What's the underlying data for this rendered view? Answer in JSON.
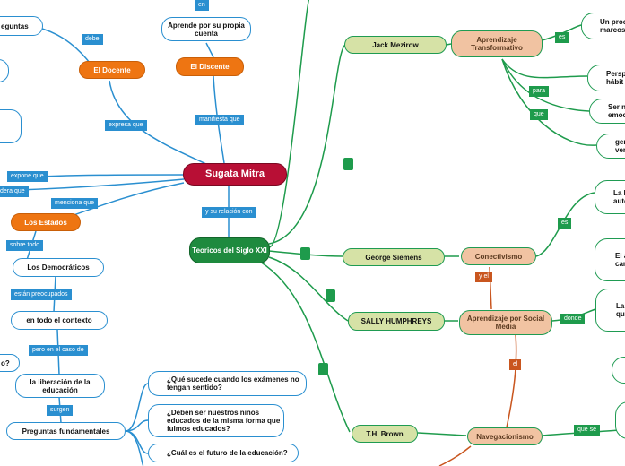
{
  "central": "Sugata Mitra",
  "theorists_node": "Teoricos del Siglo XXI",
  "left": {
    "docente": "El Docente",
    "discente": "El Discente",
    "aprende": "Aprende por su propia cuenta",
    "estados": "Los Estados",
    "democraticos": "Los Democráticos",
    "contexto": "en todo el contexto",
    "liberacion": "la liberación de la educación",
    "preguntas_fund": "Preguntas fundamentales",
    "preguntas_cut": "eguntas",
    "q_cut": "o?",
    "questions": [
      "¿Qué sucede cuando los exámenes no tengan sentido?",
      "¿Deben ser nuestros niños educados de la misma forma que fulmos educados?",
      "¿Cuál es el futuro de la educación?"
    ]
  },
  "link_labels": {
    "debe": "debe",
    "en": "en",
    "expresa_que": "expresa que",
    "manifiesta_que": "manifiesta que",
    "expone_que": "expone que",
    "dera_que": "dera que",
    "menciona_que": "menciona que",
    "y_su_relacion": "y su relación con",
    "sobre_todo": "sobre todo",
    "estan_preocupados": "están preocupados",
    "pero_en_el_caso": "pero en el caso de",
    "surgen": "surgen",
    "es": "es",
    "para": "para",
    "que": "que",
    "es2": "es",
    "y_el": "y el",
    "donde": "donde",
    "el": "el",
    "que_se": "que se"
  },
  "right": {
    "mezirow": "Jack Mezirow",
    "transformativo": "Aprendizaje Transformativo",
    "siemens": "George Siemens",
    "conectivismo": "Conectivismo",
    "humphreys": "SALLY HUMPHREYS",
    "social": "Aprendizaje por Social Media",
    "brown": "T.H. Brown",
    "navegacionismo": "Navegacionismo",
    "cut": {
      "proc": "Un proc marcos",
      "persp": "Persp hábit",
      "ser": "Ser n emoc",
      "gen": "gen ver",
      "la_l": "La l las auto",
      "el_a": "El a am car con",
      "la_p": "La pre qu int"
    }
  }
}
